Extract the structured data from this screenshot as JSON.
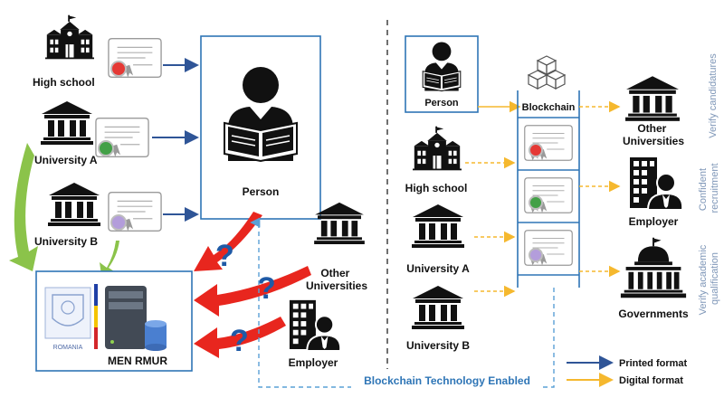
{
  "left": {
    "nodes": {
      "high_school": "High school",
      "university_a": "University A",
      "university_b": "University B",
      "person": "Person",
      "men_rmur": "MEN RMUR",
      "other_universities": "Other Universities",
      "employer": "Employer"
    },
    "question_mark": "?",
    "seal_text": "ROMANIA"
  },
  "right": {
    "nodes": {
      "person": "Person",
      "blockchain": "Blockchain",
      "high_school": "High school",
      "university_a": "University A",
      "university_b": "University B",
      "other_universities": "Other Universities",
      "employer": "Employer",
      "governments": "Governments"
    },
    "side_labels": {
      "verify_candidatures": "Verify candidatures",
      "confident_recruitment": "Confident recruitment",
      "verify_academic_qualification": "Verify academic qualification"
    }
  },
  "banner": "Blockchain Technology Enabled",
  "legend": {
    "printed": "Printed format",
    "digital": "Digital format"
  },
  "colors": {
    "printed_arrow": "#2f5597",
    "digital_arrow": "#f5b82e",
    "green_arrow": "#8bc34a",
    "red_arrow": "#e8261e",
    "box_border": "#2e75b6",
    "question_mark": "#1f5aa6"
  },
  "icons": [
    "school-building-icon",
    "university-icon",
    "certificate-icon",
    "person-reading-icon",
    "server-icon",
    "database-icon",
    "employer-icon",
    "government-icon",
    "blockchain-cubes-icon"
  ]
}
